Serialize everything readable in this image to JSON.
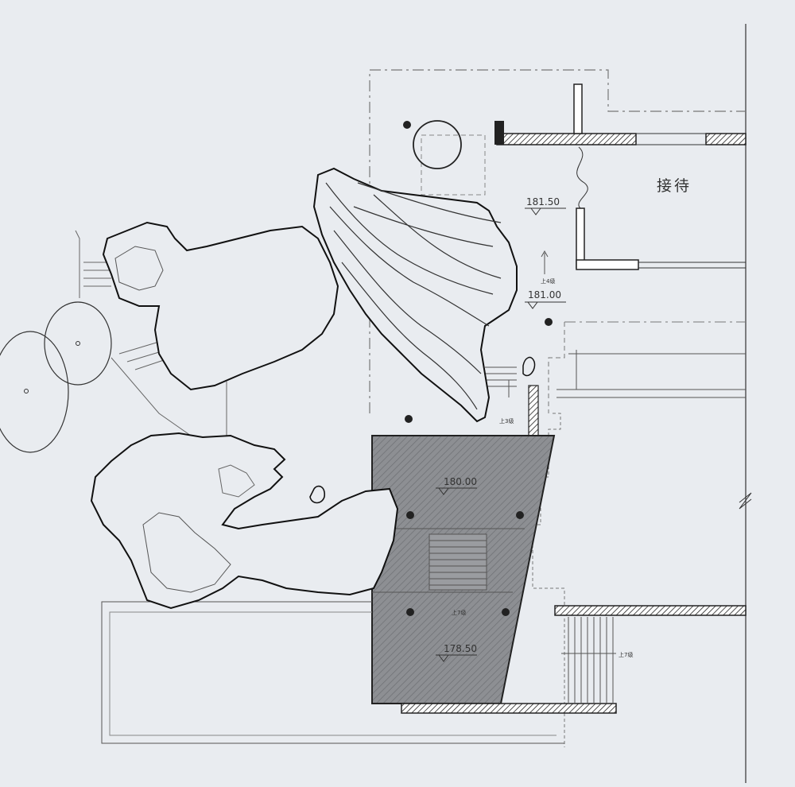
{
  "drawing": {
    "room_label": "接待",
    "levels": {
      "upper_a": "181.50",
      "upper_b": "181.00",
      "ramp_top": "180.00",
      "ramp_bottom": "178.50"
    },
    "stair_notes": {
      "note_1": "上4级",
      "note_2": "上3级",
      "note_3": "上7级",
      "note_4": "上7级"
    },
    "colors": {
      "paper": "#e9ecf0",
      "ink": "#222222",
      "hatch_fill": "#8d8f93",
      "thin_line": "#888888"
    }
  }
}
